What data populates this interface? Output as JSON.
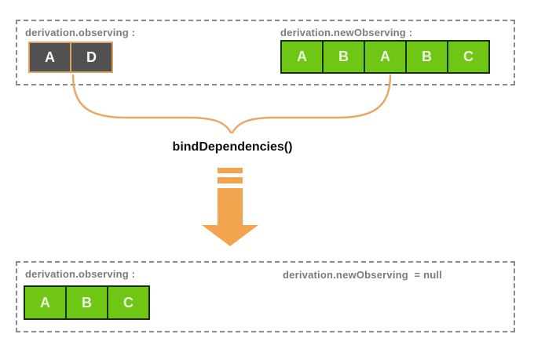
{
  "colors": {
    "orange_accent": "#f3a44f",
    "brace_orange": "#e9a765",
    "green_box_fill": "#6fc615",
    "green_box_border": "#123104",
    "dark_box_fill": "#515151",
    "dark_box_border": "#dfa05e",
    "label_gray": "#7b7b7b",
    "dashed_border_gray": "#8b8b8b"
  },
  "top_panel": {
    "observing": {
      "label": "derivation.observing :",
      "items": [
        "A",
        "D"
      ]
    },
    "new_observing": {
      "label": "derivation.newObserving :",
      "items": [
        "A",
        "B",
        "A",
        "B",
        "C"
      ]
    }
  },
  "transition": {
    "function_label": "bindDependencies()",
    "arrow_icon": "down-arrow",
    "brace_icon": "curly-brace-connector"
  },
  "bottom_panel": {
    "observing": {
      "label": "derivation.observing :",
      "items": [
        "A",
        "B",
        "C"
      ]
    },
    "new_observing": {
      "label": "derivation.newObserving  = null"
    }
  }
}
